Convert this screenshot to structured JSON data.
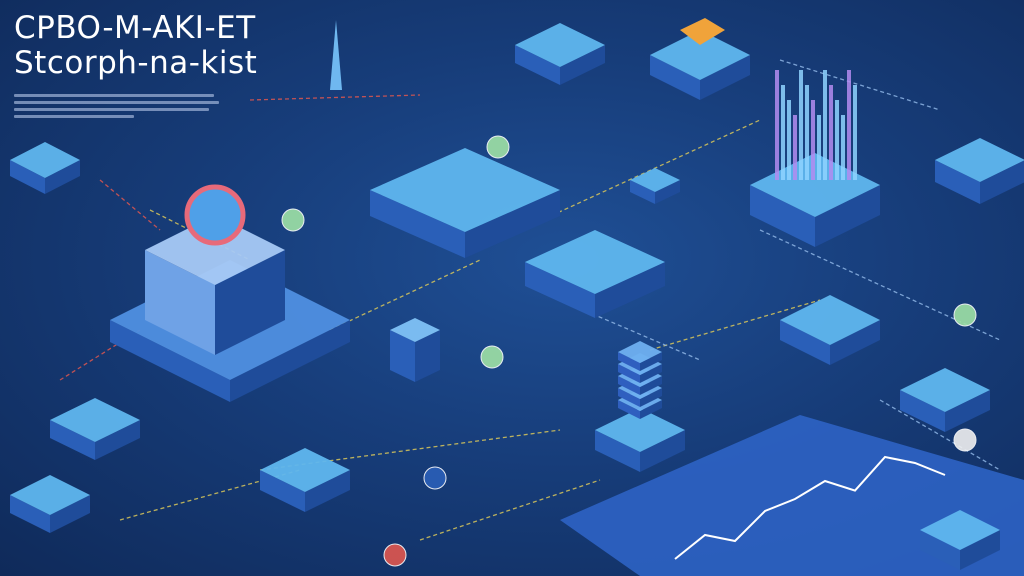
{
  "header": {
    "title_line1": "CPBO-M-AKI-ET",
    "title_line2": "Stcorph-na-kist"
  },
  "colors": {
    "background": "#173d7a",
    "platform_top": "#5fb6ee",
    "platform_side": "#2a5fb8",
    "connector": "#d9c75a",
    "connector_red": "#e0574f",
    "chart_line": "#ffffff"
  },
  "chart_panel": {
    "series": [
      0.05,
      0.25,
      0.2,
      0.45,
      0.55,
      0.7,
      0.62,
      0.9,
      0.85,
      0.75
    ]
  }
}
